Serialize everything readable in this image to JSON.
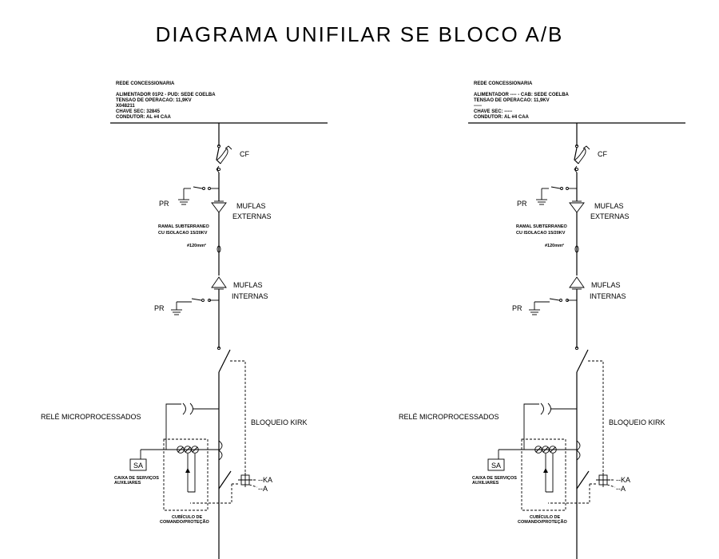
{
  "title": "DIAGRAMA UNIFILAR SE BLOCO A/B",
  "blocks": [
    {
      "header": [
        "REDE CONCESSIONARIA",
        "ALIMENTADOR 01P2 - PUD: SEDE COELBA",
        "TENSAO DE OPERACAO: 11,9KV",
        "X048211",
        "CHAVE SEC: 32845",
        "CONDUTOR: AL #4 CAA"
      ],
      "cf": "CF",
      "pr_top": "PR",
      "muflas_externas": [
        "MUFLAS",
        "EXTERNAS"
      ],
      "ramal": [
        "RAMAL SUBTERRANEO",
        "CU ISOLACAO 15/20KV"
      ],
      "cable": "#120mm²",
      "muflas_internas": [
        "MUFLAS",
        "INTERNAS"
      ],
      "pr_bottom": "PR",
      "rele": "RELÉ MICROPROCESSADOS",
      "bloqueio": "BLOQUEIO KIRK",
      "sa": "SA",
      "caixa": [
        "CAIXA DE SERVIÇOS",
        "AUXILIARES"
      ],
      "cubiculo": [
        "CUBÍCULO DE",
        "COMANDO/PROTEÇÃO"
      ],
      "ka": "KA",
      "a": "A"
    },
    {
      "header": [
        "REDE CONCESSIONARIA",
        "ALIMENTADOR ---- - CAB: SEDE COELBA",
        "TENSAO DE OPERACAO: 11,9KV",
        "-----",
        "CHAVE SEC: -----",
        "CONDUTOR: AL #4 CAA"
      ],
      "cf": "CF",
      "pr_top": "PR",
      "muflas_externas": [
        "MUFLAS",
        "EXTERNAS"
      ],
      "ramal": [
        "RAMAL SUBTERRANEO",
        "CU ISOLACAO 15/20KV"
      ],
      "cable": "#120mm²",
      "muflas_internas": [
        "MUFLAS",
        "INTERNAS"
      ],
      "pr_bottom": "PR",
      "rele": "RELÉ MICROPROCESSADOS",
      "bloqueio": "BLOQUEIO KIRK",
      "sa": "SA",
      "caixa": [
        "CAIXA DE SERVIÇOS",
        "AUXILIARES"
      ],
      "cubiculo": [
        "CUBÍCULO DE",
        "COMANDO/PROTEÇÃO"
      ],
      "ka": "KA",
      "a": "A"
    }
  ]
}
